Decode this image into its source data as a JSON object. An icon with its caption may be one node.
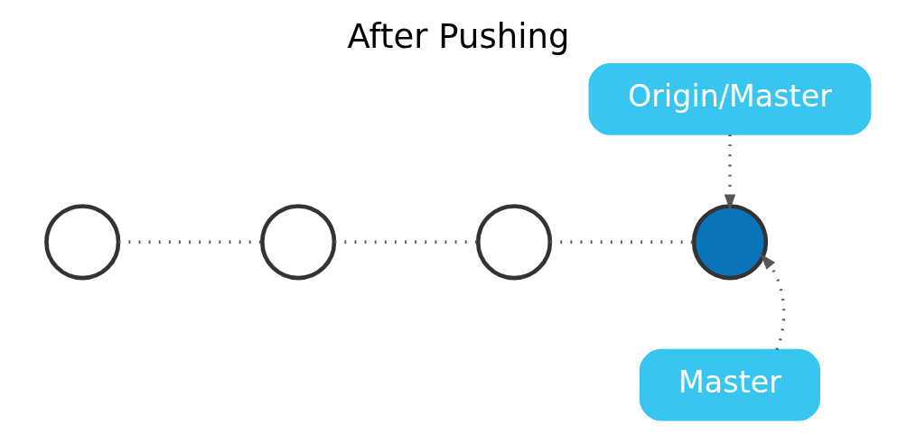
{
  "diagram": {
    "title": "After Pushing",
    "nodes": [
      {
        "text": [
          "Origin/Master"
        ]
      },
      {
        "text": [],
        "shape": "circle"
      },
      {
        "text": [],
        "shape": "circle"
      },
      {
        "text": [],
        "shape": "circle"
      },
      {
        "text": [],
        "shape": "circle"
      },
      {
        "text": [
          "Master"
        ]
      }
    ],
    "edges": [
      {
        "from": 1,
        "to": 2,
        "arrow": "none",
        "style": "dashed"
      },
      {
        "from": 2,
        "to": 3,
        "arrow": "none",
        "style": "dashed"
      },
      {
        "from": 3,
        "to": 4,
        "arrow": "none",
        "style": "dashed"
      },
      {
        "from": 0,
        "to": 4,
        "arrow": "to",
        "style": "dashed"
      },
      {
        "from": 5,
        "to": 4,
        "arrow": "to",
        "style": "dashed"
      }
    ]
  }
}
